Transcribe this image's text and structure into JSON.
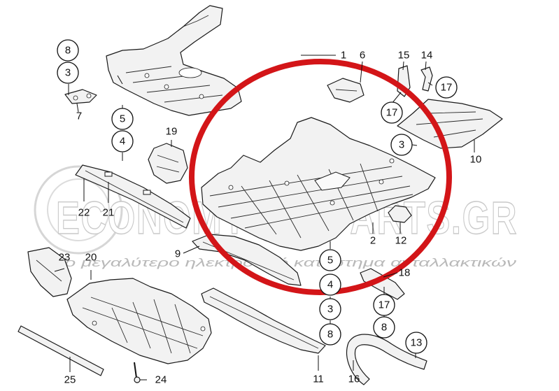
{
  "watermark": {
    "brand": "ECONOMYCARPARTS.GR",
    "tagline": "Το μεγαλύτερο ηλεκτρονικό κατάστημα ανταλλακτικών"
  },
  "colors": {
    "highlight": "#d31518",
    "line": "#1a1a1a",
    "watermark": "#c9c9c9"
  },
  "callouts": [
    {
      "id": "c8a",
      "label": "8",
      "circled": true
    },
    {
      "id": "c3a",
      "label": "3",
      "circled": true
    },
    {
      "id": "c7",
      "label": "7",
      "circled": false
    },
    {
      "id": "c5a",
      "label": "5",
      "circled": true
    },
    {
      "id": "c4a",
      "label": "4",
      "circled": true
    },
    {
      "id": "c19",
      "label": "19",
      "circled": false
    },
    {
      "id": "c22",
      "label": "22",
      "circled": false
    },
    {
      "id": "c21",
      "label": "21",
      "circled": false
    },
    {
      "id": "c1",
      "label": "1",
      "circled": false
    },
    {
      "id": "c6",
      "label": "6",
      "circled": false
    },
    {
      "id": "c15",
      "label": "15",
      "circled": false
    },
    {
      "id": "c14",
      "label": "14",
      "circled": false
    },
    {
      "id": "c17a",
      "label": "17",
      "circled": true
    },
    {
      "id": "c17b",
      "label": "17",
      "circled": true
    },
    {
      "id": "c3b",
      "label": "3",
      "circled": true
    },
    {
      "id": "c10",
      "label": "10",
      "circled": false
    },
    {
      "id": "c2",
      "label": "2",
      "circled": false
    },
    {
      "id": "c12",
      "label": "12",
      "circled": false
    },
    {
      "id": "c9",
      "label": "9",
      "circled": false
    },
    {
      "id": "c23",
      "label": "23",
      "circled": false
    },
    {
      "id": "c20",
      "label": "20",
      "circled": false
    },
    {
      "id": "c5b",
      "label": "5",
      "circled": true
    },
    {
      "id": "c4b",
      "label": "4",
      "circled": true
    },
    {
      "id": "c3c",
      "label": "3",
      "circled": true
    },
    {
      "id": "c8b",
      "label": "8",
      "circled": true
    },
    {
      "id": "c18",
      "label": "18",
      "circled": false
    },
    {
      "id": "c17c",
      "label": "17",
      "circled": true
    },
    {
      "id": "c8c",
      "label": "8",
      "circled": true
    },
    {
      "id": "c13",
      "label": "13",
      "circled": true
    },
    {
      "id": "c11",
      "label": "11",
      "circled": false
    },
    {
      "id": "c16",
      "label": "16",
      "circled": false
    },
    {
      "id": "c25",
      "label": "25",
      "circled": false
    },
    {
      "id": "c24",
      "label": "24",
      "circled": false
    }
  ]
}
